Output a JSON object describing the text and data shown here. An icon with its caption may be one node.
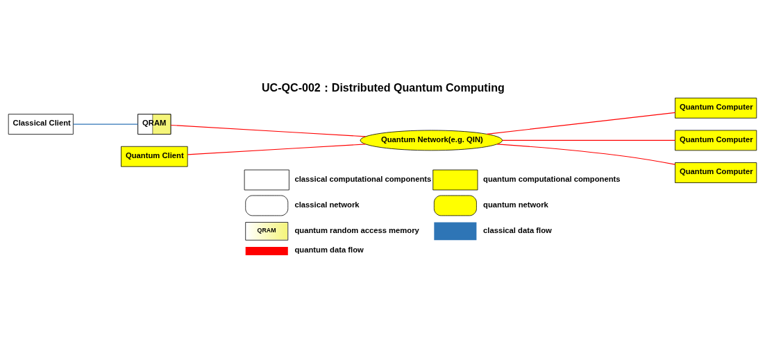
{
  "diagram": {
    "title": "UC-QC-002：Distributed Quantum Computing",
    "nodes": [
      {
        "text": [
          "Classical Client"
        ]
      },
      {
        "text": [
          "QRAM"
        ]
      },
      {
        "text": [
          "Quantum Client"
        ]
      },
      {
        "text": [
          "Quantum Network(e.g. QIN)"
        ]
      },
      {
        "text": [
          "Quantum Computer"
        ]
      },
      {
        "text": [
          "Quantum Computer"
        ]
      },
      {
        "text": [
          "Quantum Computer"
        ]
      }
    ],
    "edges": [
      {
        "from": 0,
        "to": 1,
        "arrow": "none",
        "color": "#2e75b6"
      },
      {
        "from": 1,
        "to": 3,
        "arrow": "none"
      },
      {
        "from": 2,
        "to": 3,
        "arrow": "none"
      },
      {
        "from": 3,
        "to": 4,
        "arrow": "none"
      },
      {
        "from": 3,
        "to": 5,
        "arrow": "none"
      },
      {
        "from": 3,
        "to": 6,
        "arrow": "none"
      }
    ],
    "labels": [
      "QRAM"
    ],
    "legend": [
      {
        "text": "classical computational components",
        "color": "#ffffff"
      },
      {
        "text": "quantum computational components",
        "color": "#ffff00"
      },
      {
        "text": "classical network"
      },
      {
        "text": "quantum network"
      },
      {
        "text": "quantum random access memory"
      },
      {
        "text": "classical data flow"
      },
      {
        "text": "quantum data flow"
      }
    ]
  }
}
